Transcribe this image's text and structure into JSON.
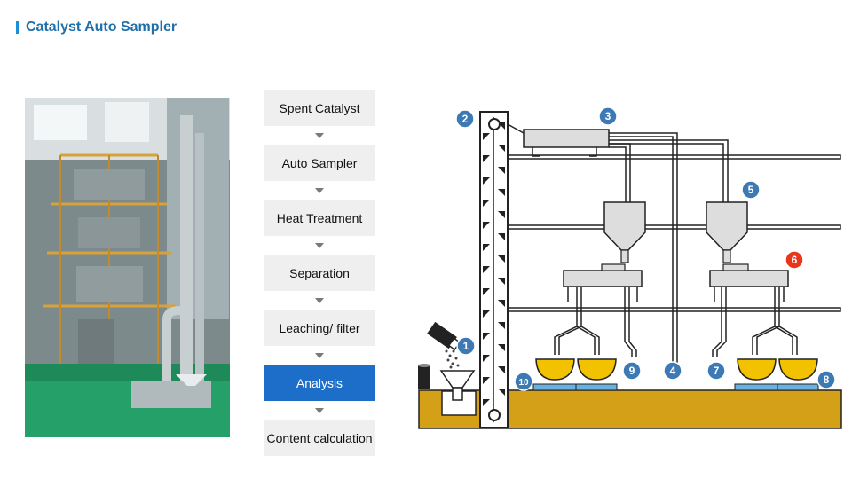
{
  "header": {
    "title": "Catalyst Auto Sampler"
  },
  "flow": {
    "steps": [
      {
        "label": "Spent Catalyst",
        "active": false
      },
      {
        "label": "Auto Sampler",
        "active": false
      },
      {
        "label": "Heat Treatment",
        "active": false
      },
      {
        "label": "Separation",
        "active": false
      },
      {
        "label": "Leaching/ filter",
        "active": false
      },
      {
        "label": "Analysis",
        "active": true
      },
      {
        "label": "Content calculation",
        "active": false
      }
    ]
  },
  "diagram": {
    "badges": [
      "1",
      "2",
      "3",
      "4",
      "5",
      "6",
      "7",
      "8",
      "9",
      "10"
    ],
    "colors": {
      "badge": "#3d7ab5",
      "badge_highlight": "#e8361c",
      "base": "#d4a017",
      "bowl": "#f2c200",
      "tray": "#6ab0de"
    }
  }
}
